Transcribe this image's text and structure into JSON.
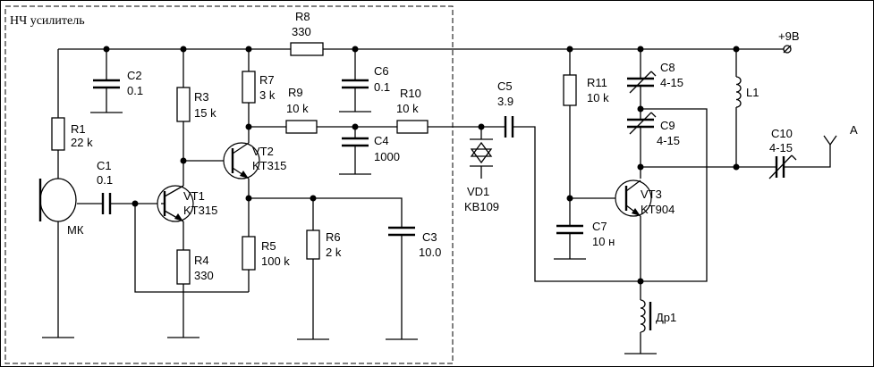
{
  "block_title": "НЧ усилитель",
  "supply_label": "+9В",
  "antenna_label": "A",
  "components": {
    "R1": {
      "ref": "R1",
      "value": "22 k"
    },
    "R3": {
      "ref": "R3",
      "value": "15 k"
    },
    "R4": {
      "ref": "R4",
      "value": "330"
    },
    "R5": {
      "ref": "R5",
      "value": "100 k"
    },
    "R6": {
      "ref": "R6",
      "value": "2 k"
    },
    "R7": {
      "ref": "R7",
      "value": "3 k"
    },
    "R8": {
      "ref": "R8",
      "value": "330"
    },
    "R9": {
      "ref": "R9",
      "value": "10 k"
    },
    "R10": {
      "ref": "R10",
      "value": "10 k"
    },
    "R11": {
      "ref": "R11",
      "value": "10 k"
    },
    "C1": {
      "ref": "C1",
      "value": "0.1"
    },
    "C2": {
      "ref": "C2",
      "value": "0.1"
    },
    "C3": {
      "ref": "C3",
      "value": "10.0"
    },
    "C4": {
      "ref": "C4",
      "value": "1000"
    },
    "C5": {
      "ref": "C5",
      "value": "3.9"
    },
    "C6": {
      "ref": "C6",
      "value": "0.1"
    },
    "C7": {
      "ref": "C7",
      "value": "10 н"
    },
    "C8": {
      "ref": "C8",
      "value": "4-15"
    },
    "C9": {
      "ref": "C9",
      "value": "4-15"
    },
    "C10": {
      "ref": "C10",
      "value": "4-15"
    },
    "VT1": {
      "ref": "VT1",
      "value": "KT315"
    },
    "VT2": {
      "ref": "VT2",
      "value": "KT315"
    },
    "VT3": {
      "ref": "VT3",
      "value": "KT904"
    },
    "VD1": {
      "ref": "VD1",
      "value": "KB109"
    },
    "L1": {
      "ref": "L1"
    },
    "Dr1": {
      "ref": "Др1"
    },
    "MK": {
      "ref": "МК"
    }
  }
}
